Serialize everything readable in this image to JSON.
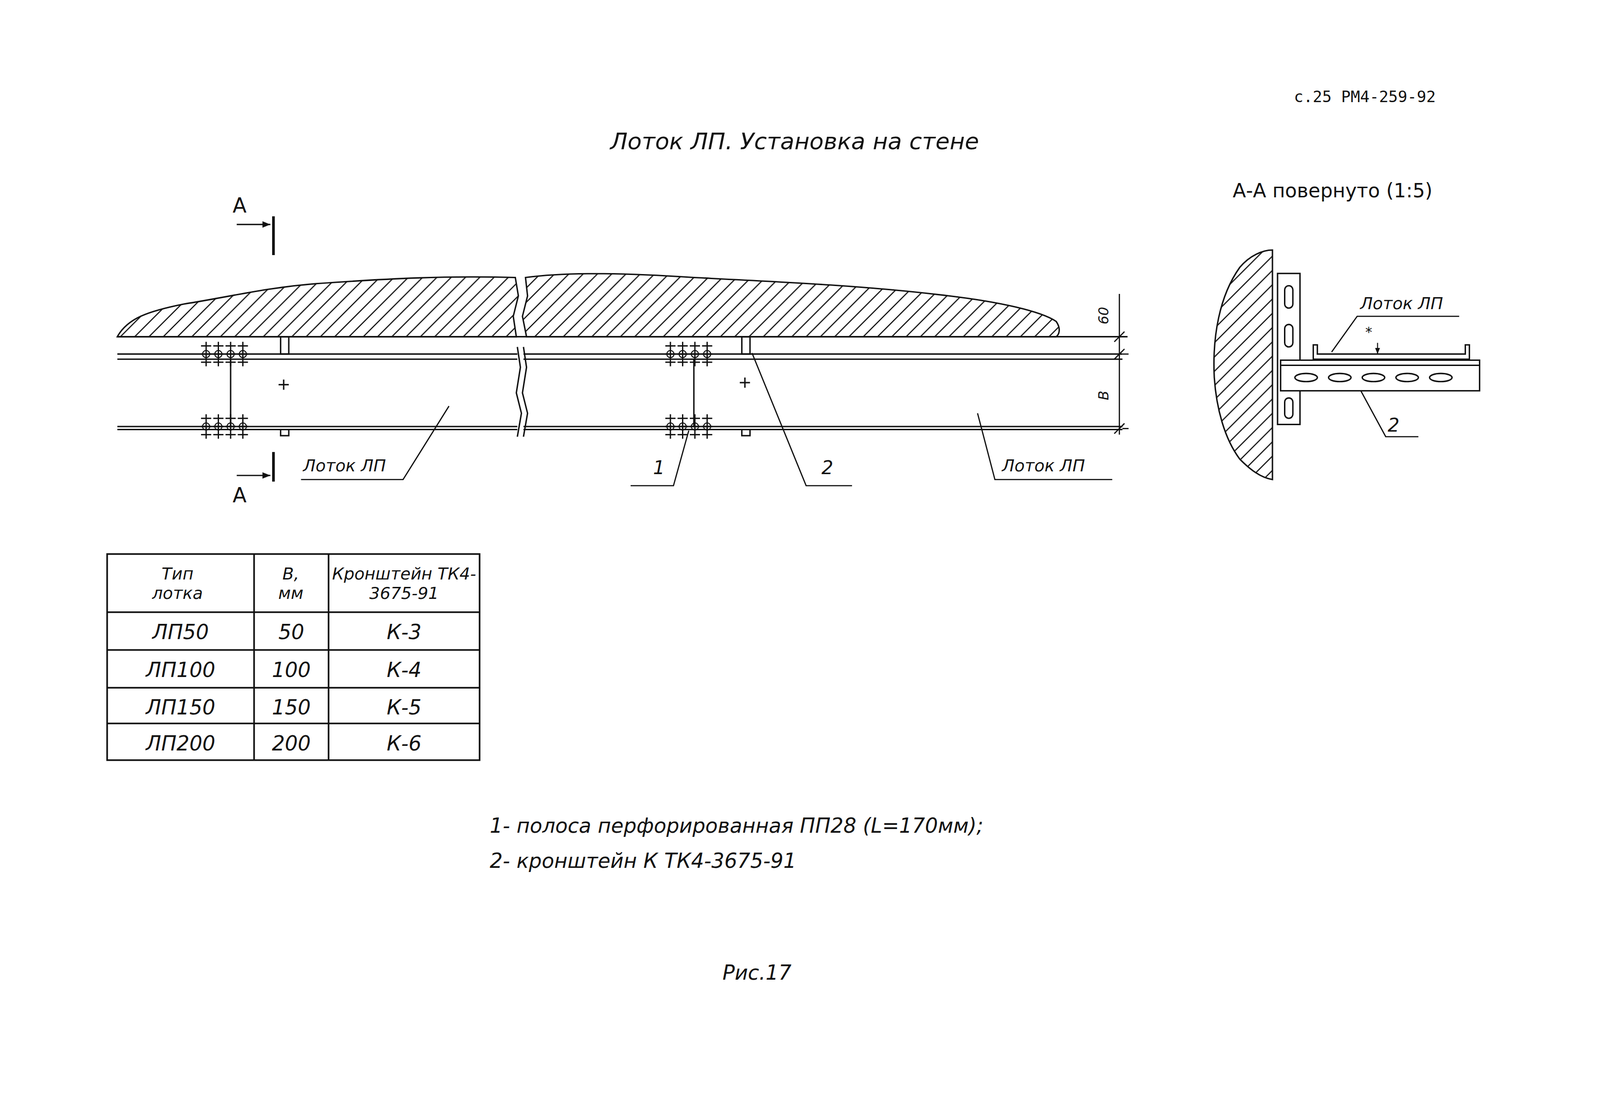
{
  "diagram": {
    "title": "Лоток ЛП. Установка на стене",
    "caption": "Рис.17",
    "labels": [
      "с.25 РМ4-259-92",
      "А-А повернуто (1:5)",
      "А",
      "А",
      "60",
      "В",
      "Лоток ЛП",
      "1",
      "2",
      "Лоток ЛП",
      "Лоток ЛП",
      "*",
      "2",
      "Тип лотка",
      "В, мм",
      "Кронштейн ТК4-3675-91",
      "ЛП50",
      "50",
      "К-3",
      "ЛП100",
      "100",
      "К-4",
      "ЛП150",
      "150",
      "К-5",
      "ЛП200",
      "200",
      "К-6",
      "1- полоса перфорированная ПП28 (L=170мм);",
      "2- кронштейн К ТК4-3675-91"
    ]
  }
}
